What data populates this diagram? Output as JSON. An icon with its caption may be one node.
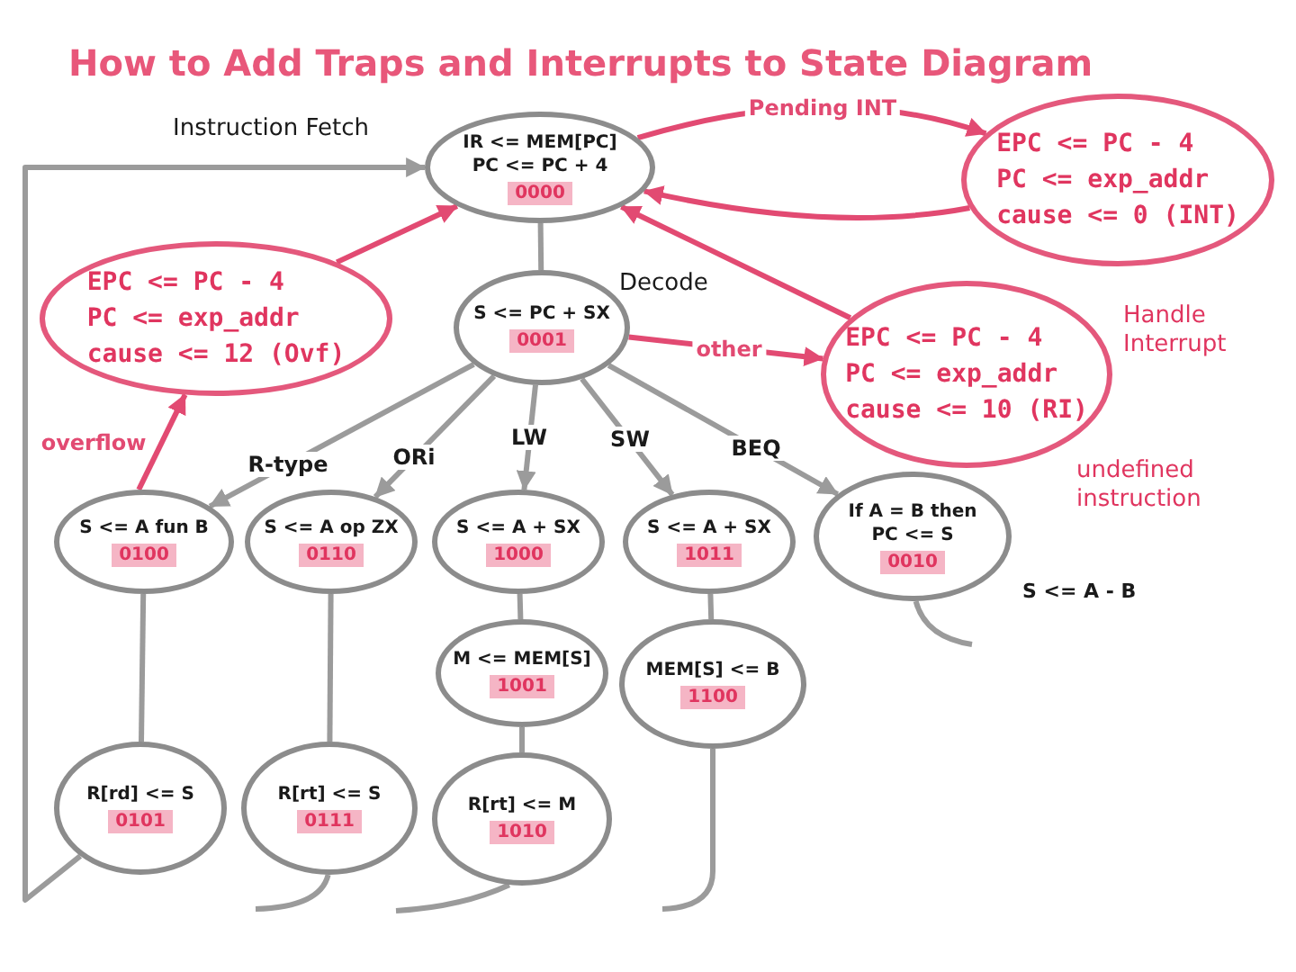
{
  "diagram": {
    "title": "How to Add Traps and Interrupts to State Diagram",
    "nodes": [
      {
        "text": [
          "IR <= MEM[PC]",
          "PC <= PC + 4",
          "0000"
        ],
        "beside": [
          "Instruction Fetch"
        ]
      },
      {
        "text": [
          "EPC <= PC - 4",
          "PC <= exp_addr",
          "cause <= 0 (INT)"
        ]
      },
      {
        "text": [
          "EPC <= PC - 4",
          "PC <= exp_addr",
          "cause <= 12 (Ovf)"
        ]
      },
      {
        "text": [
          "S <= PC + SX",
          "0001"
        ],
        "beside": [
          "Decode"
        ]
      },
      {
        "text": [
          "EPC <= PC - 4",
          "PC <= exp_addr",
          "cause <= 10 (RI)"
        ]
      },
      {
        "text": [
          "S <= A fun B",
          "0100"
        ]
      },
      {
        "text": [
          "S <= A op ZX",
          "0110"
        ]
      },
      {
        "text": [
          "S <= A + SX",
          "1000"
        ]
      },
      {
        "text": [
          "S <= A + SX",
          "1011"
        ]
      },
      {
        "text": [
          "If A = B then PC <= S",
          "0010"
        ],
        "beside": [
          "S <= A - B"
        ]
      },
      {
        "text": [
          "M <= MEM[S]",
          "1001"
        ]
      },
      {
        "text": [
          "MEM[S] <= B",
          "1100"
        ]
      },
      {
        "text": [
          "R[rd] <= S",
          "0101"
        ]
      },
      {
        "text": [
          "R[rt] <= S",
          "0111"
        ]
      },
      {
        "text": [
          "R[rt] <= M",
          "1010"
        ]
      }
    ],
    "edges": [
      {
        "from": 0,
        "to": 3,
        "arrow": "none"
      },
      {
        "from": 3,
        "to": 5,
        "arrow": "to",
        "label": "R-type"
      },
      {
        "from": 3,
        "to": 6,
        "arrow": "to",
        "label": "ORi"
      },
      {
        "from": 3,
        "to": 7,
        "arrow": "to",
        "label": "LW"
      },
      {
        "from": 3,
        "to": 8,
        "arrow": "to",
        "label": "SW"
      },
      {
        "from": 3,
        "to": 9,
        "arrow": "to",
        "label": "BEQ"
      },
      {
        "from": 5,
        "to": 12,
        "arrow": "none"
      },
      {
        "from": 6,
        "to": 13,
        "arrow": "none"
      },
      {
        "from": 7,
        "to": 10,
        "arrow": "none"
      },
      {
        "from": 10,
        "to": 14,
        "arrow": "none"
      },
      {
        "from": 8,
        "to": 11,
        "arrow": "none"
      },
      {
        "from": 12,
        "to": 0,
        "arrow": "to"
      },
      {
        "from": 13,
        "to": null,
        "arrow": "none"
      },
      {
        "from": 14,
        "to": null,
        "arrow": "none"
      },
      {
        "from": 11,
        "to": null,
        "arrow": "none"
      },
      {
        "from": 9,
        "to": null,
        "arrow": "none"
      },
      {
        "from": 0,
        "to": 1,
        "arrow": "to",
        "label": "Pending INT",
        "color": "#e24a72"
      },
      {
        "from": 1,
        "to": 0,
        "arrow": "to",
        "color": "#e24a72"
      },
      {
        "from": 2,
        "to": 0,
        "arrow": "to",
        "color": "#e24a72"
      },
      {
        "from": 4,
        "to": 0,
        "arrow": "to",
        "color": "#e24a72"
      },
      {
        "from": 3,
        "to": 4,
        "arrow": "to",
        "label": "other",
        "color": "#e24a72"
      },
      {
        "from": 5,
        "to": 2,
        "arrow": "to",
        "label": "overflow",
        "color": "#e24a72"
      }
    ],
    "labels": [
      "Handle Interrupt",
      "undefined instruction"
    ]
  }
}
